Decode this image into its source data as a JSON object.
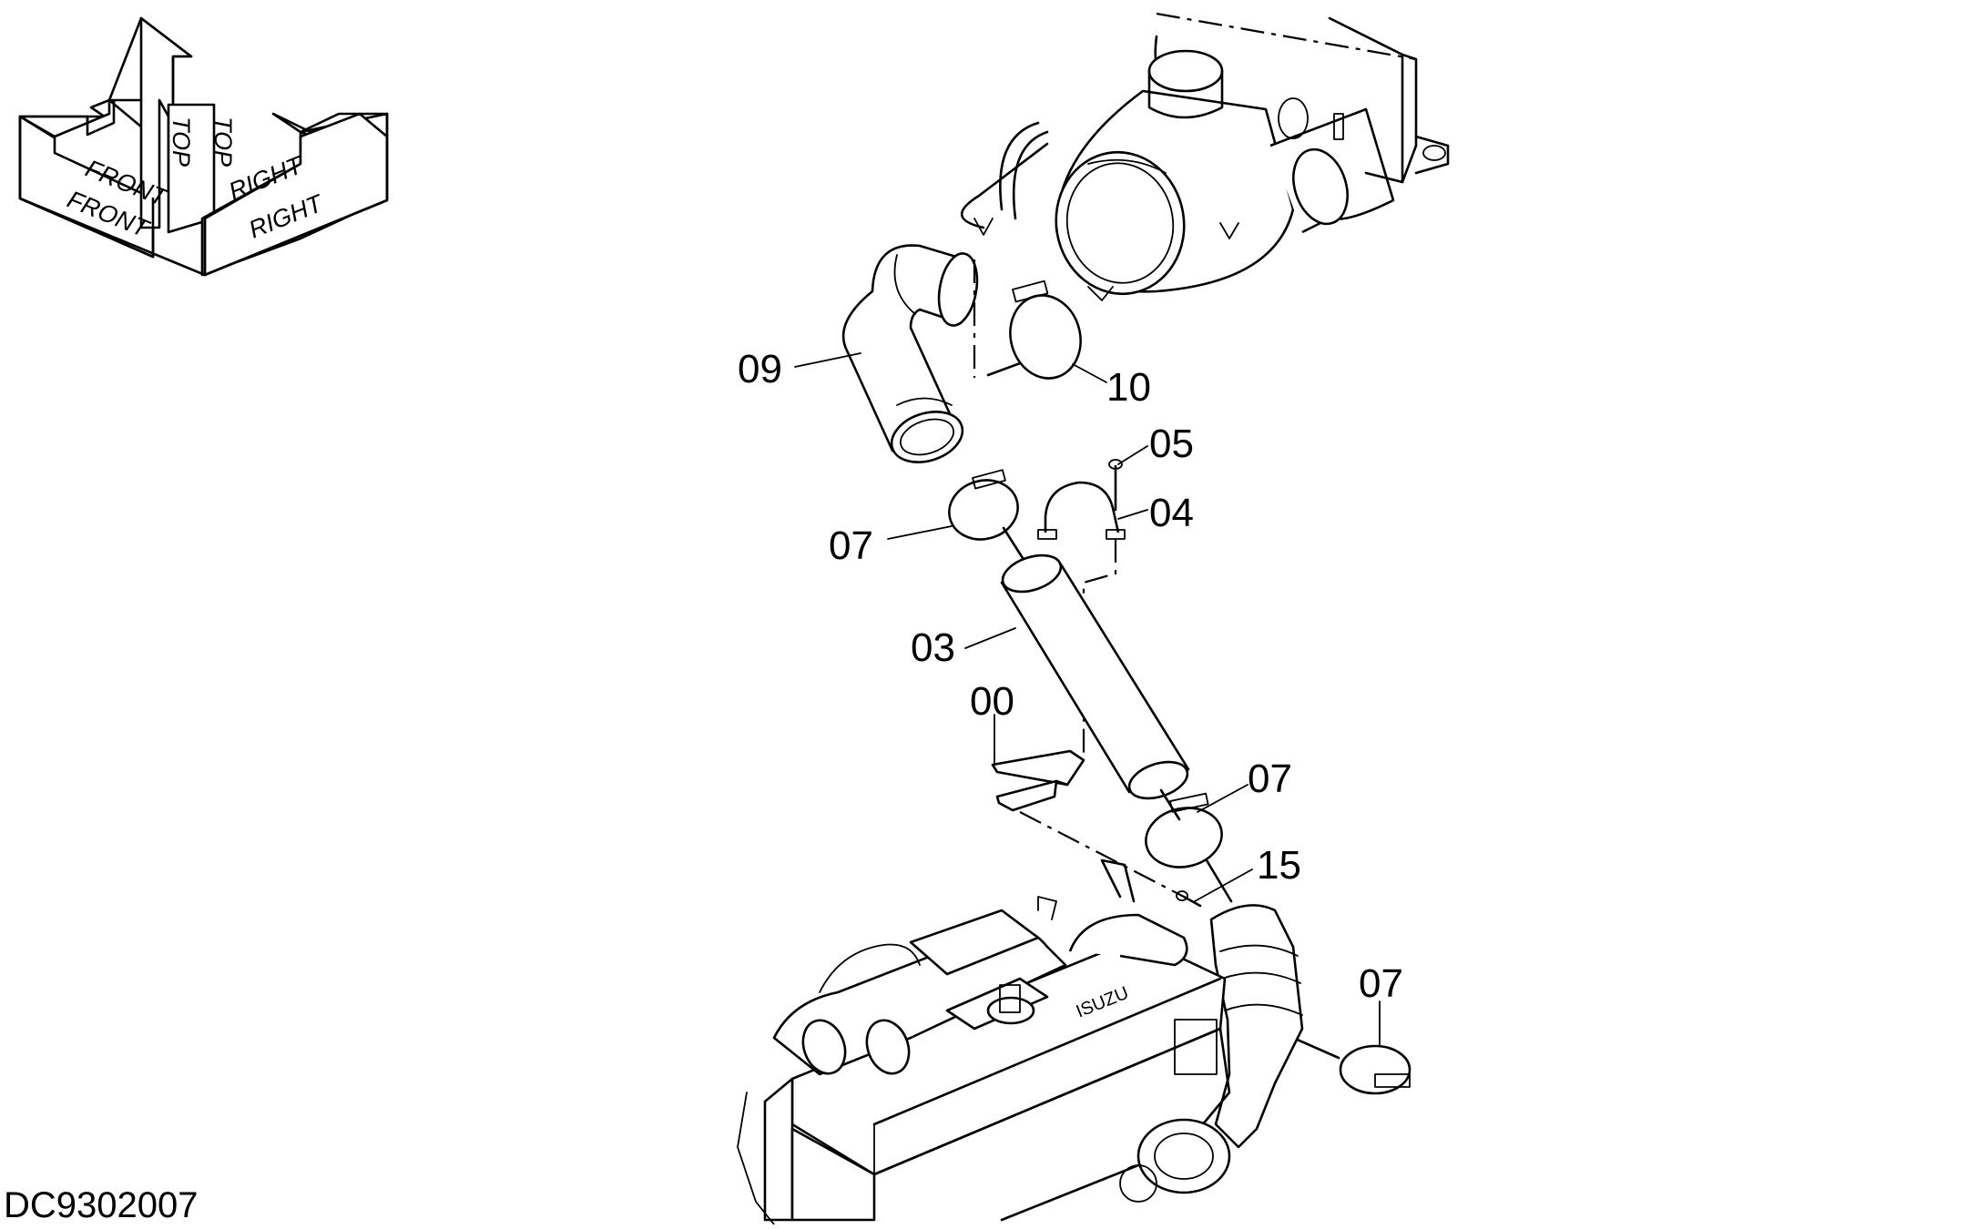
{
  "drawing": {
    "code": "DC9302007",
    "orientation": {
      "front": "FRONT",
      "top": "TOP",
      "right": "RIGHT"
    },
    "callouts": [
      {
        "id": "c09",
        "text": "09"
      },
      {
        "id": "c10",
        "text": "10"
      },
      {
        "id": "c05",
        "text": "05"
      },
      {
        "id": "c04",
        "text": "04"
      },
      {
        "id": "c07a",
        "text": "07"
      },
      {
        "id": "c03",
        "text": "03"
      },
      {
        "id": "c00",
        "text": "00"
      },
      {
        "id": "c07b",
        "text": "07"
      },
      {
        "id": "c15",
        "text": "15"
      },
      {
        "id": "c07c",
        "text": "07"
      }
    ],
    "engine_badge": "ISUZU"
  }
}
